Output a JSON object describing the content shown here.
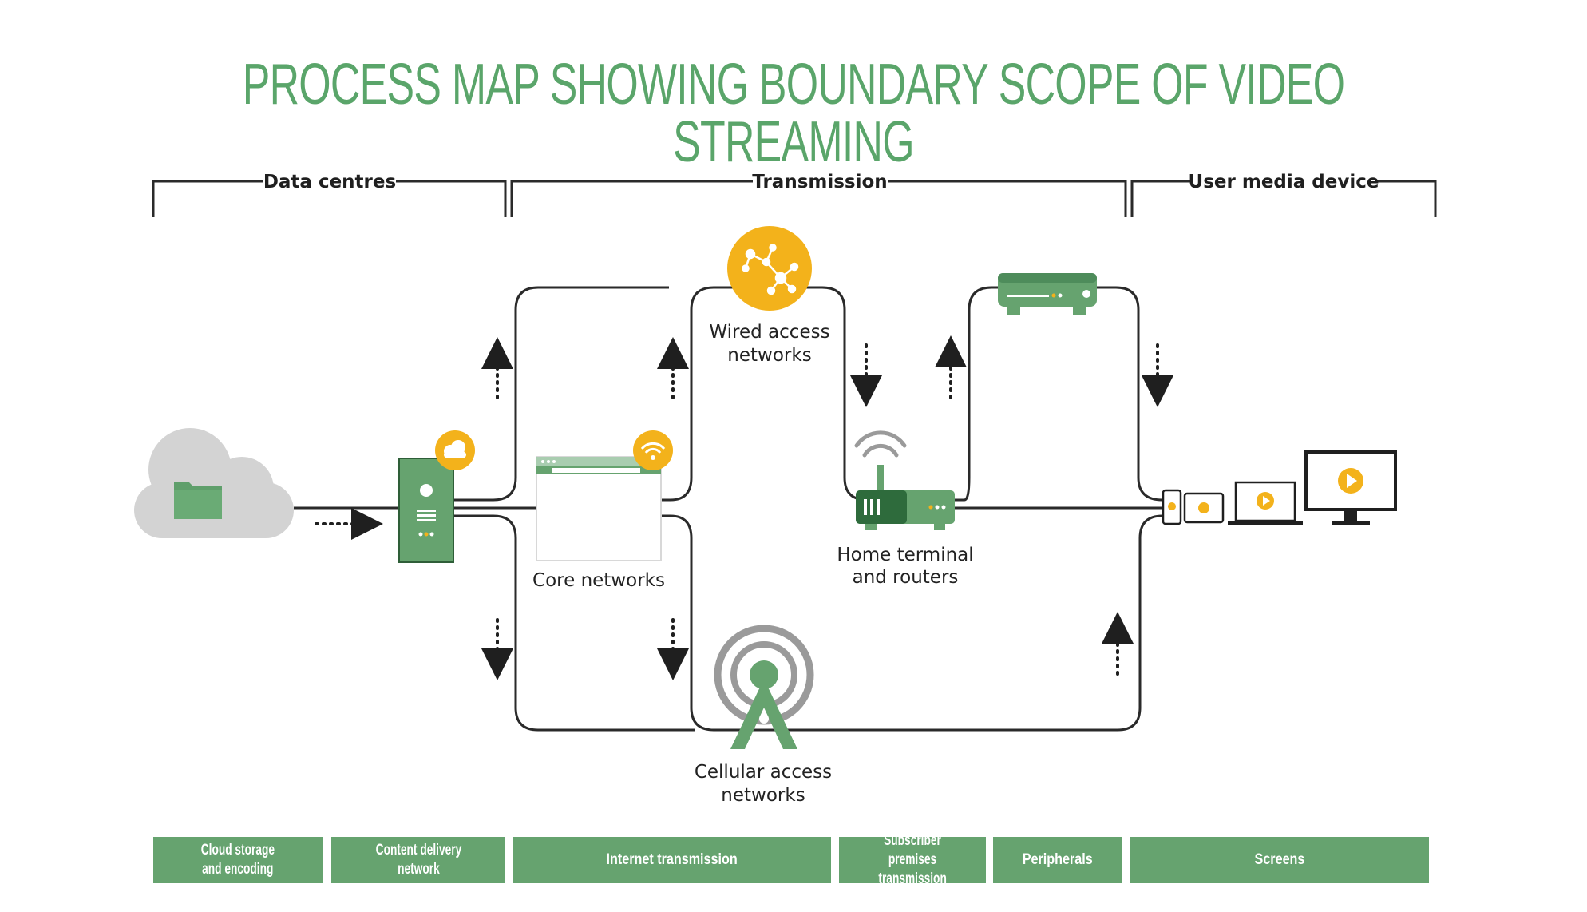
{
  "title": "PROCESS MAP SHOWING BOUNDARY SCOPE OF VIDEO STREAMING",
  "colors": {
    "green": "#66a36f",
    "dark_green": "#2e6b3c",
    "yellow": "#f3b21b",
    "grey_cloud": "#d3d3d3",
    "line": "#2a2a2a"
  },
  "sections": {
    "data_centres": "Data centres",
    "transmission": "Transmission",
    "user_media_device": "User media device"
  },
  "nodes": {
    "wired_access": [
      "Wired access",
      "networks"
    ],
    "core_networks": "Core networks",
    "home_terminal": [
      "Home terminal",
      "and routers"
    ],
    "cellular_access": [
      "Cellular access",
      "networks"
    ]
  },
  "icons": [
    "cloud-icon",
    "folder-icon",
    "server-icon",
    "cloud-badge-icon",
    "browser-icon",
    "wifi-badge-icon",
    "network-hub-icon",
    "router-icon",
    "wifi-signal-icon",
    "set-top-box-icon",
    "cell-tower-icon",
    "phone-icon",
    "tablet-icon",
    "laptop-icon",
    "monitor-icon",
    "play-icon"
  ],
  "bars": [
    [
      "Cloud storage",
      "and encoding"
    ],
    [
      "Content delivery",
      "network"
    ],
    [
      "Internet transmission"
    ],
    [
      "Subscriber premises",
      "transmission"
    ],
    [
      "Peripherals"
    ],
    [
      "Screens"
    ]
  ]
}
